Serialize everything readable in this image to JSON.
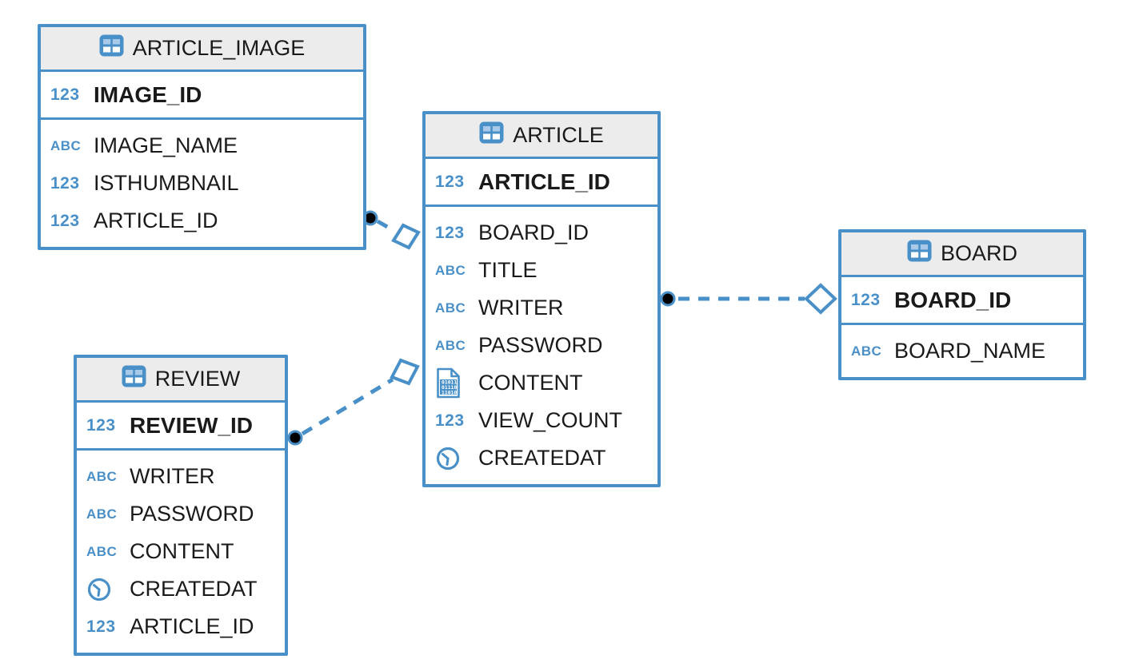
{
  "type_labels": {
    "number": "123",
    "string": "ABC"
  },
  "colors": {
    "accent": "#4a90c8",
    "header_bg": "#ececec",
    "canvas_bg": "#ffffff",
    "text": "#1a1a1a",
    "marker_dot": "#000000"
  },
  "entities": [
    {
      "id": "article_image",
      "title": "ARTICLE_IMAGE",
      "primary_key_columns": [
        {
          "name": "IMAGE_ID",
          "type": "number"
        }
      ],
      "columns": [
        {
          "name": "IMAGE_NAME",
          "type": "string"
        },
        {
          "name": "ISTHUMBNAIL",
          "type": "number"
        },
        {
          "name": "ARTICLE_ID",
          "type": "number"
        }
      ]
    },
    {
      "id": "article",
      "title": "ARTICLE",
      "primary_key_columns": [
        {
          "name": "ARTICLE_ID",
          "type": "number"
        }
      ],
      "columns": [
        {
          "name": "BOARD_ID",
          "type": "number"
        },
        {
          "name": "TITLE",
          "type": "string"
        },
        {
          "name": "WRITER",
          "type": "string"
        },
        {
          "name": "PASSWORD",
          "type": "string"
        },
        {
          "name": "CONTENT",
          "type": "binary"
        },
        {
          "name": "VIEW_COUNT",
          "type": "number"
        },
        {
          "name": "CREATEDAT",
          "type": "datetime"
        }
      ]
    },
    {
      "id": "board",
      "title": "BOARD",
      "primary_key_columns": [
        {
          "name": "BOARD_ID",
          "type": "number"
        }
      ],
      "columns": [
        {
          "name": "BOARD_NAME",
          "type": "string"
        }
      ]
    },
    {
      "id": "review",
      "title": "REVIEW",
      "primary_key_columns": [
        {
          "name": "REVIEW_ID",
          "type": "number"
        }
      ],
      "columns": [
        {
          "name": "WRITER",
          "type": "string"
        },
        {
          "name": "PASSWORD",
          "type": "string"
        },
        {
          "name": "CONTENT",
          "type": "string"
        },
        {
          "name": "CREATEDAT",
          "type": "datetime"
        },
        {
          "name": "ARTICLE_ID",
          "type": "number"
        }
      ]
    }
  ],
  "relationships": [
    {
      "id": "article_image-article",
      "from_entity": "ARTICLE_IMAGE",
      "to_entity": "ARTICLE",
      "from_marker": "many-dot",
      "to_marker": "one-diamond",
      "line_style": "dashed"
    },
    {
      "id": "article-board",
      "from_entity": "ARTICLE",
      "to_entity": "BOARD",
      "from_marker": "many-dot",
      "to_marker": "one-diamond",
      "line_style": "dashed"
    },
    {
      "id": "review-article",
      "from_entity": "REVIEW",
      "to_entity": "ARTICLE",
      "from_marker": "many-dot",
      "to_marker": "one-diamond",
      "line_style": "dashed"
    }
  ]
}
